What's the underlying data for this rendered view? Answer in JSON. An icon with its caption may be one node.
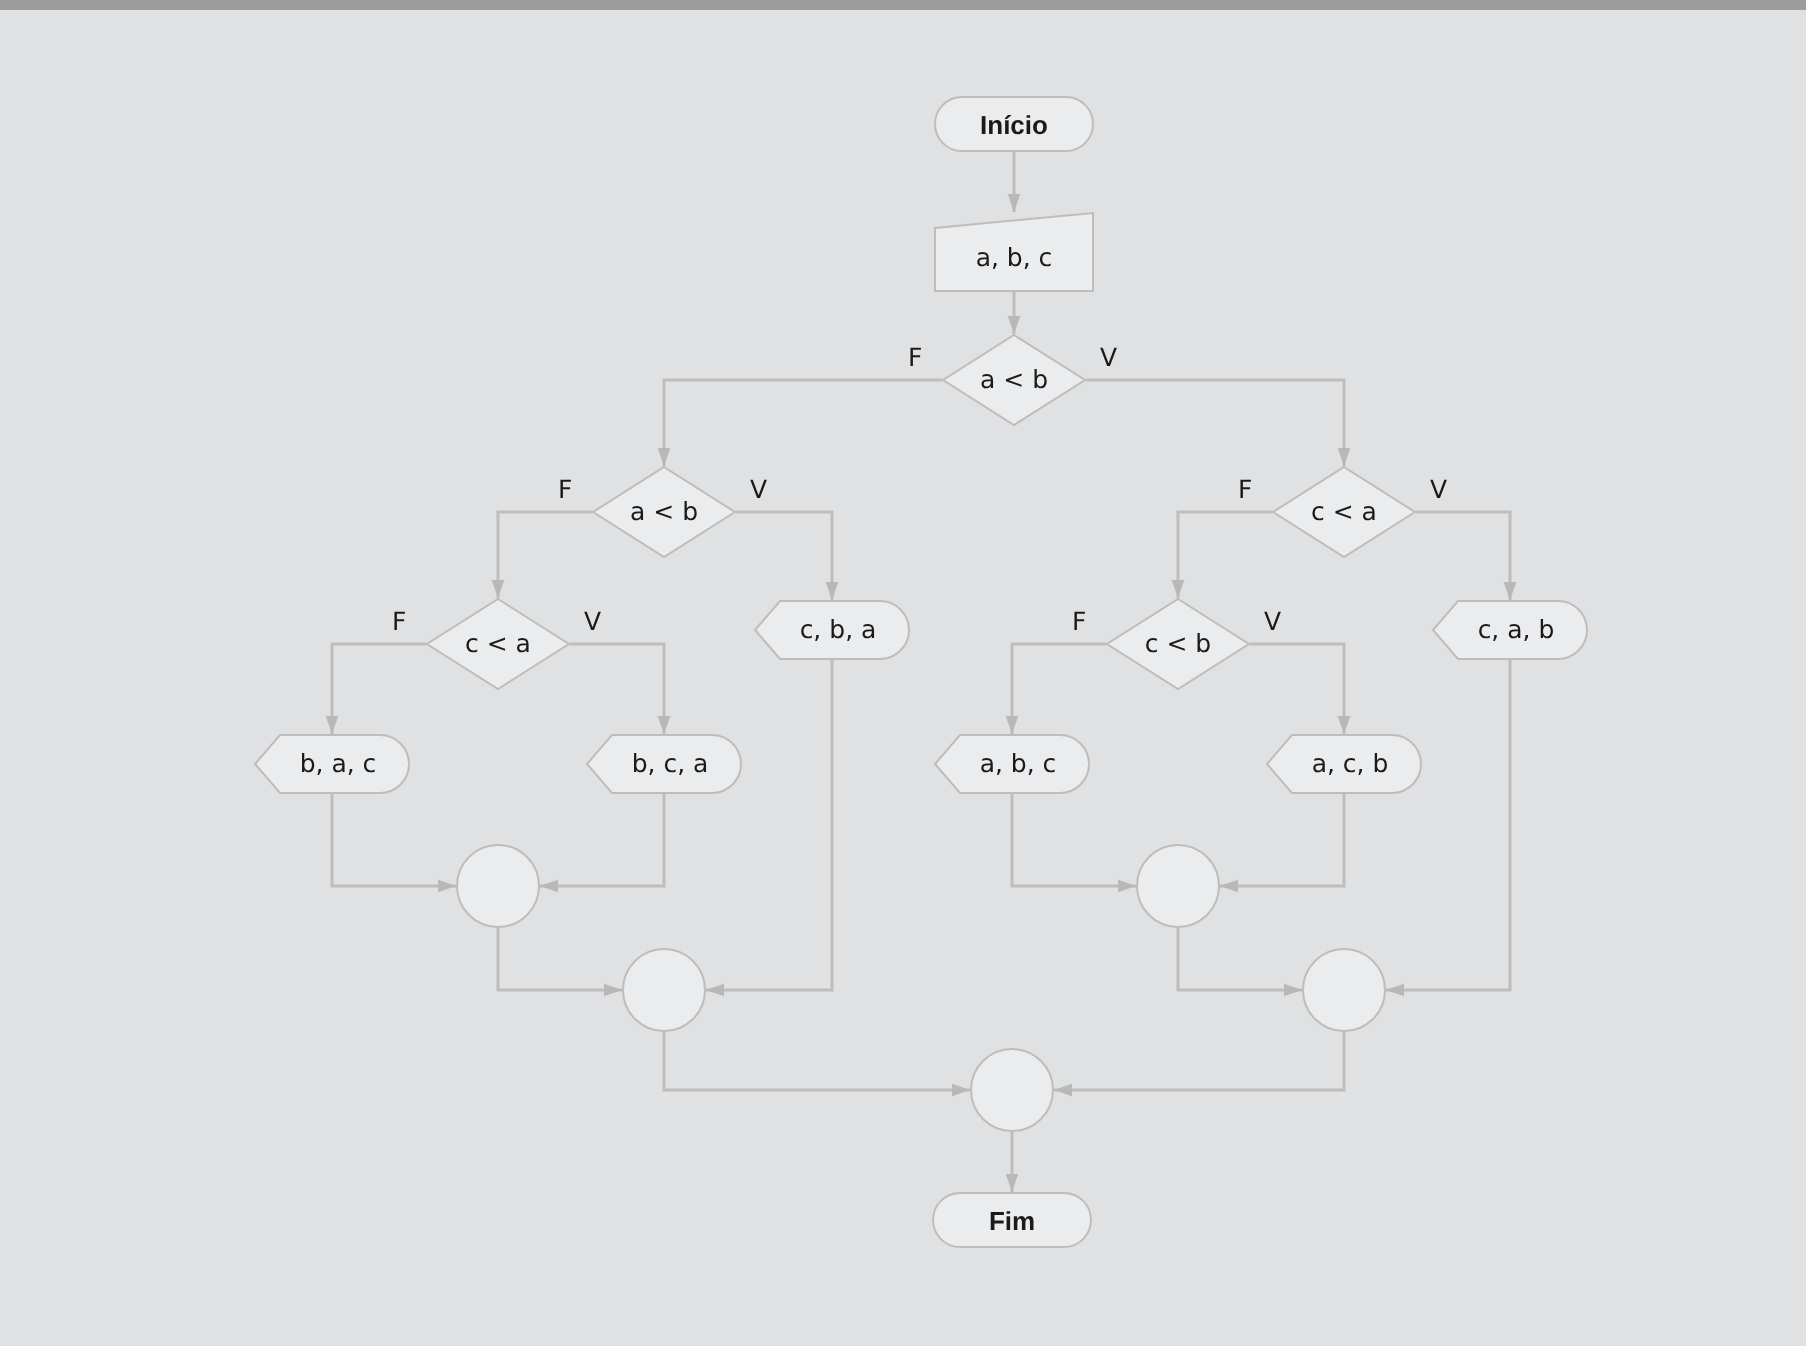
{
  "diagram": {
    "nodes": [
      {
        "text": [
          "Início"
        ]
      },
      {
        "text": [
          "a, b, c"
        ]
      },
      {
        "text": [
          "a < b"
        ]
      },
      {
        "text": [
          "a < b"
        ]
      },
      {
        "text": [
          "c < a"
        ]
      },
      {
        "text": [
          "c < a"
        ]
      },
      {
        "text": [
          "c, b, a"
        ]
      },
      {
        "text": [
          "c < b"
        ]
      },
      {
        "text": [
          "c, a, b"
        ]
      },
      {
        "text": [
          "b, a, c"
        ]
      },
      {
        "text": [
          "b, c, a"
        ]
      },
      {
        "text": [
          "a, b, c"
        ]
      },
      {
        "text": [
          "a, c, b"
        ]
      },
      {
        "text": [],
        "shape": "circle"
      },
      {
        "text": [],
        "shape": "circle"
      },
      {
        "text": [],
        "shape": "circle"
      },
      {
        "text": [],
        "shape": "circle"
      },
      {
        "text": [],
        "shape": "circle"
      },
      {
        "text": [
          "Fim"
        ]
      }
    ],
    "edges": [
      {
        "from": 0,
        "to": 1,
        "arrow": "to"
      },
      {
        "from": 1,
        "to": 2,
        "arrow": "to"
      },
      {
        "from": 2,
        "to": 3,
        "arrow": "to",
        "label": "F"
      },
      {
        "from": 2,
        "to": 4,
        "arrow": "to",
        "label": "V"
      },
      {
        "from": 3,
        "to": 5,
        "arrow": "to",
        "label": "F"
      },
      {
        "from": 3,
        "to": 6,
        "arrow": "to",
        "label": "V"
      },
      {
        "from": 4,
        "to": 7,
        "arrow": "to",
        "label": "F"
      },
      {
        "from": 4,
        "to": 8,
        "arrow": "to",
        "label": "V"
      },
      {
        "from": 5,
        "to": 9,
        "arrow": "to",
        "label": "F"
      },
      {
        "from": 5,
        "to": 10,
        "arrow": "to",
        "label": "V"
      },
      {
        "from": 7,
        "to": 11,
        "arrow": "to",
        "label": "F"
      },
      {
        "from": 7,
        "to": 12,
        "arrow": "to",
        "label": "V"
      },
      {
        "from": 9,
        "to": 13,
        "arrow": "to"
      },
      {
        "from": 10,
        "to": 13,
        "arrow": "to"
      },
      {
        "from": 13,
        "to": 14,
        "arrow": "to"
      },
      {
        "from": 6,
        "to": 14,
        "arrow": "to"
      },
      {
        "from": 11,
        "to": 15,
        "arrow": "to"
      },
      {
        "from": 12,
        "to": 15,
        "arrow": "to"
      },
      {
        "from": 15,
        "to": 16,
        "arrow": "to"
      },
      {
        "from": 8,
        "to": 16,
        "arrow": "to"
      },
      {
        "from": 14,
        "to": 17,
        "arrow": "to"
      },
      {
        "from": 16,
        "to": 17,
        "arrow": "to"
      },
      {
        "from": 17,
        "to": 18,
        "arrow": "to"
      }
    ]
  }
}
